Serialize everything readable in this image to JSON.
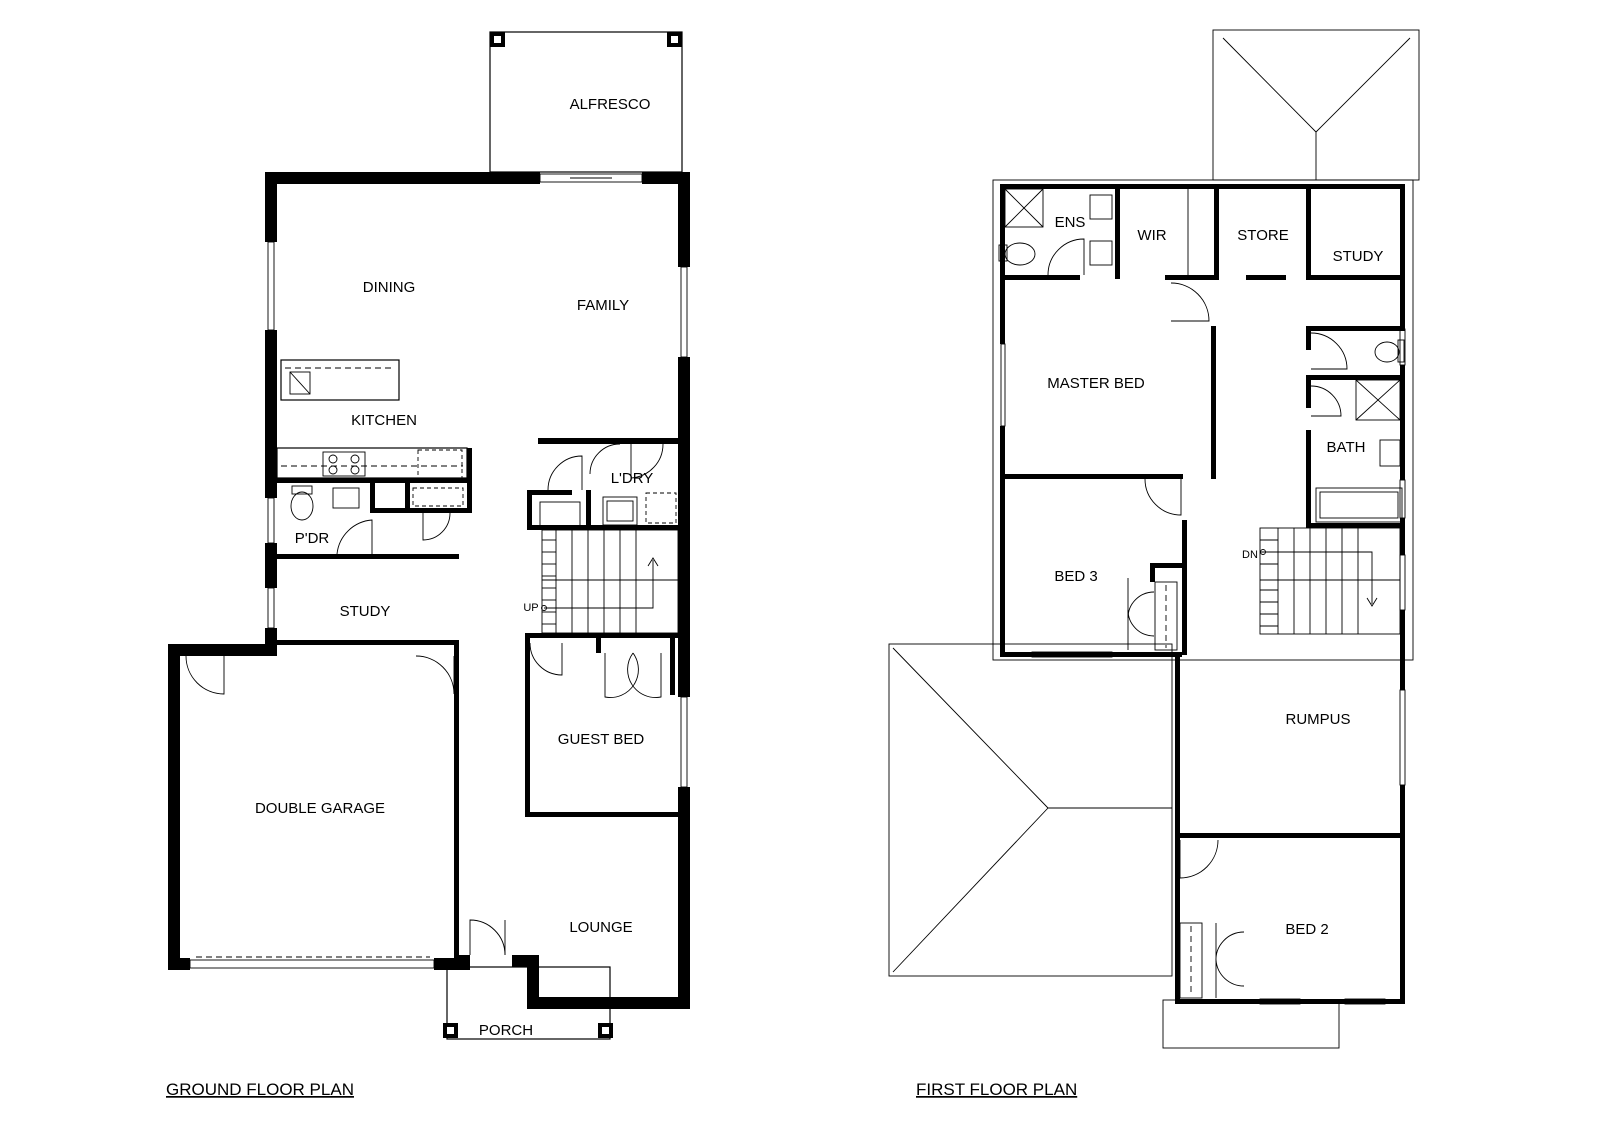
{
  "plans": {
    "ground": {
      "title": "GROUND FLOOR PLAN",
      "rooms": {
        "alfresco": "ALFRESCO",
        "dining": "DINING",
        "family": "FAMILY",
        "kitchen": "KITCHEN",
        "laundry": "L'DRY",
        "powder": "P'DR",
        "study": "STUDY",
        "up": "UP",
        "guest_bed": "GUEST BED",
        "double_garage": "DOUBLE GARAGE",
        "lounge": "LOUNGE",
        "porch": "PORCH"
      }
    },
    "first": {
      "title": "FIRST FLOOR PLAN",
      "rooms": {
        "ens": "ENS",
        "wir": "WIR",
        "store": "STORE",
        "study": "STUDY",
        "master_bed": "MASTER BED",
        "bath": "BATH",
        "bed3": "BED 3",
        "dn": "DN",
        "rumpus": "RUMPUS",
        "bed2": "BED 2"
      }
    }
  }
}
